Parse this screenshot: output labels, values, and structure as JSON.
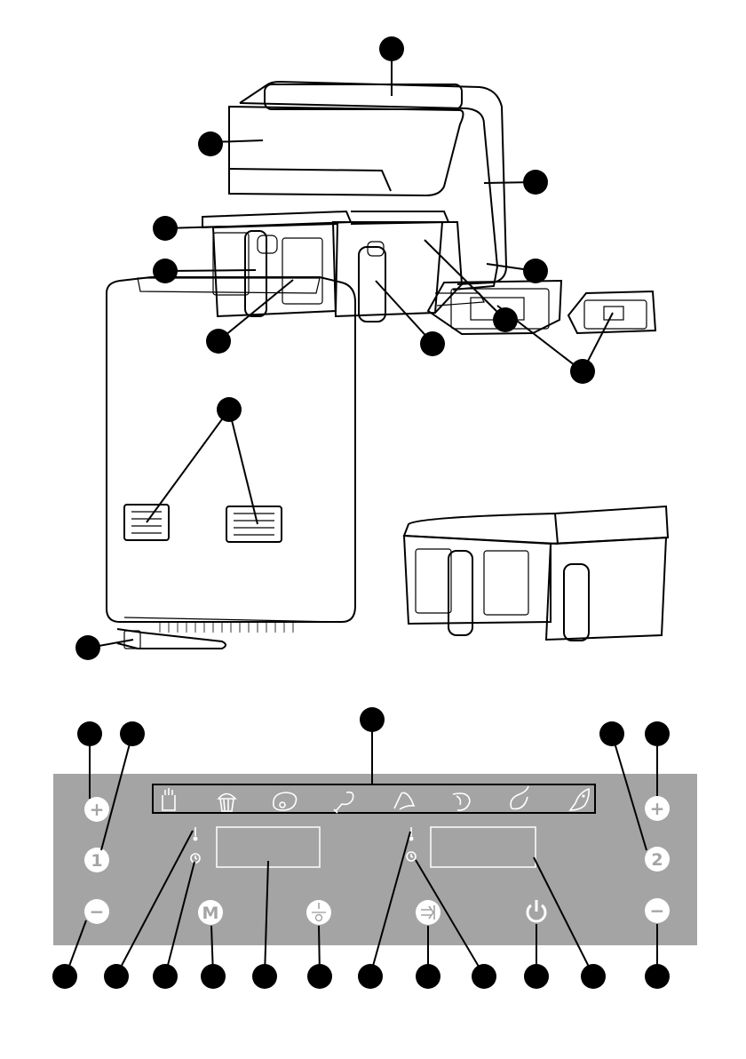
{
  "panel": {
    "buttons": {
      "zone1_plus": "+",
      "zone1_label": "1",
      "zone1_minus": "−",
      "menu": "M",
      "zone2_plus": "+",
      "zone2_label": "2",
      "zone2_minus": "−"
    },
    "preset_icons": [
      "fries-icon",
      "cake-icon",
      "steak-icon",
      "drumstick-icon",
      "chicken-wing-icon",
      "shrimp-icon",
      "vegetable-icon",
      "fish-icon"
    ],
    "indicator_icons": [
      "thermometer-icon",
      "clock-icon",
      "temperature-time-icon",
      "sync-icon",
      "power-icon"
    ]
  },
  "colors": {
    "panel": "#a4a4a4",
    "callout": "#000000",
    "line_art": "#000000",
    "button": "#ffffff"
  }
}
